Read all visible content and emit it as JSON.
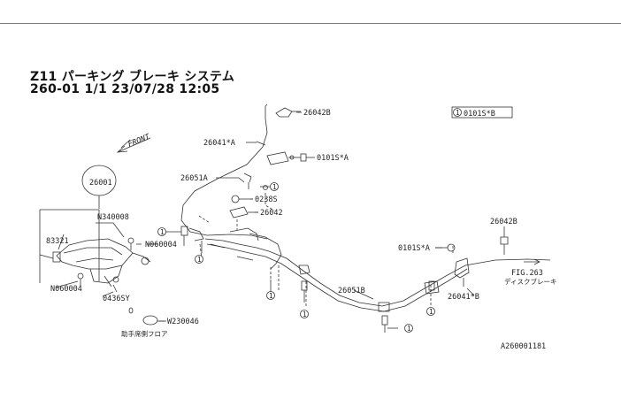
{
  "header": {
    "title": "Z11 パーキング ブレーキ システム",
    "subtitle": "260-01  1/1  23/07/28 12:05"
  },
  "legend_box": {
    "label": "0101S*B",
    "marker": "1"
  },
  "direction": {
    "label": "FRONT"
  },
  "parts": {
    "p26042B_top": "26042B",
    "p26041A": "26041*A",
    "p0101SA_top": "0101S*A",
    "p26051A": "26051A",
    "p0238S": "0238S",
    "p26042": "26042",
    "p26001": "26001",
    "pN340008": "N340008",
    "p83321": "83321",
    "pN060004_r": "N060004",
    "pN060004_l": "N060004",
    "p0436SY": "0436SY",
    "pW230046": "W230046",
    "p_floor_note": "助手席側フロア",
    "p0101SA_right": "0101S*A",
    "p26042B_right": "26042B",
    "p26051B": "26051B",
    "p26041B": "26041*B",
    "p_fig": "FIG.263",
    "p_disc": "ディスクブレーキ"
  },
  "marker_label": "1",
  "doc_code": "A260001181"
}
